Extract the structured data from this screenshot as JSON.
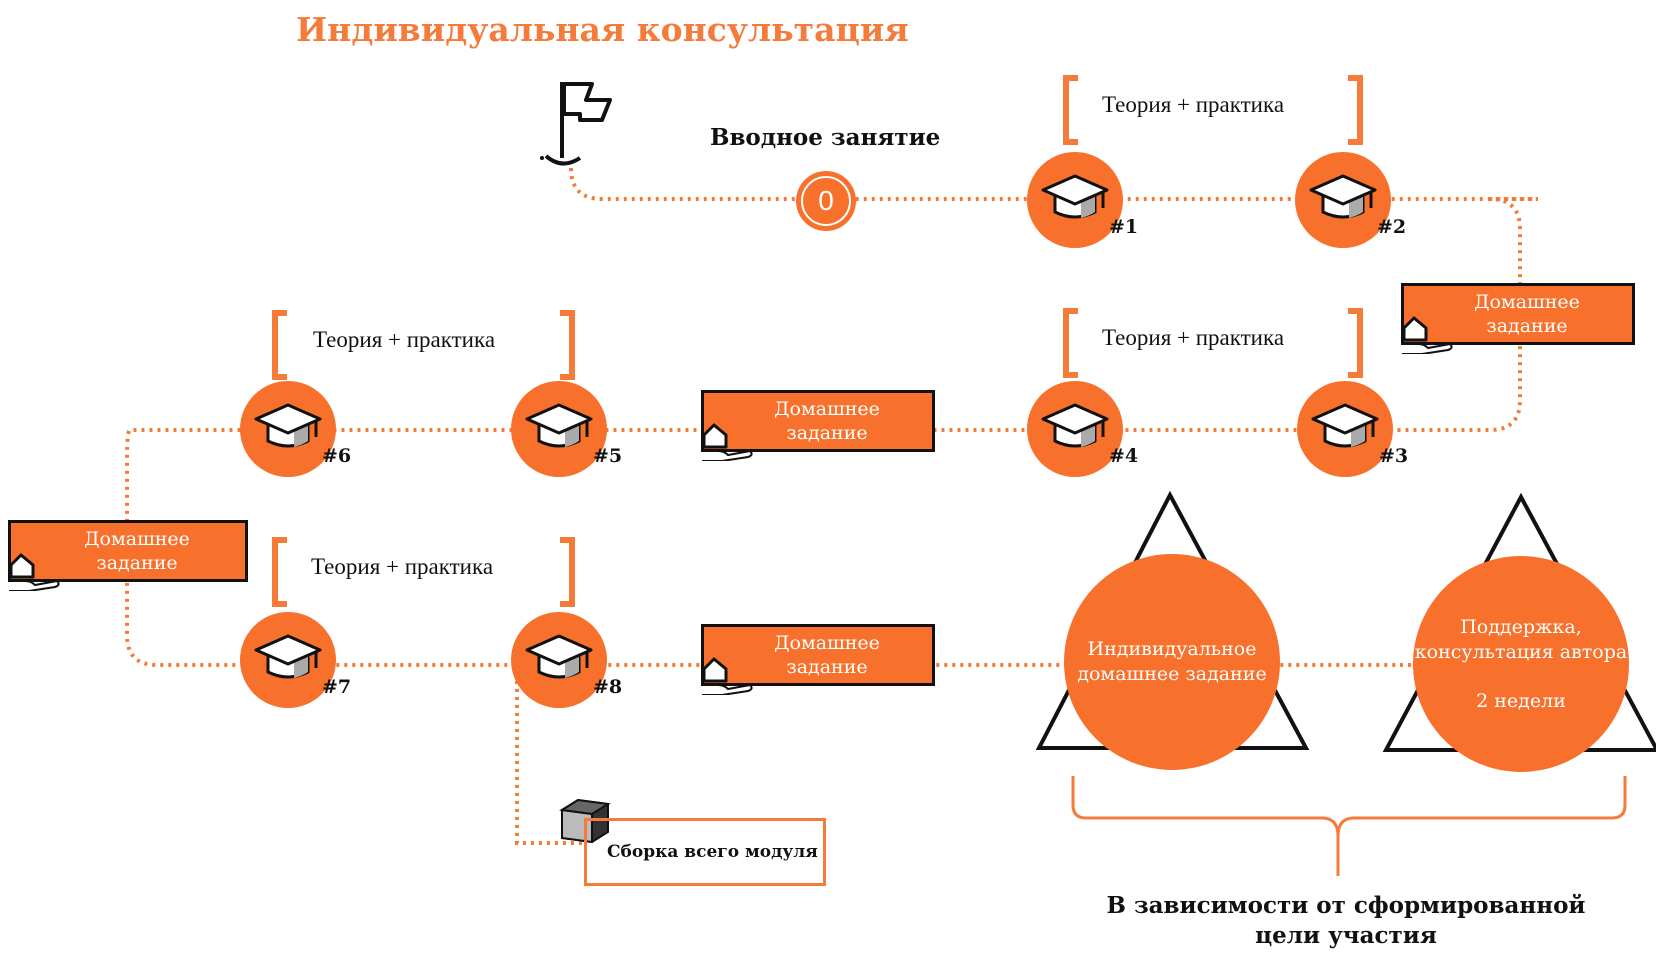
{
  "title": "Индивидуальная консультация",
  "intro": {
    "label": "Вводное занятие",
    "number": "0"
  },
  "bracket_label": "Теория + практика",
  "lessons": [
    "#1",
    "#2",
    "#3",
    "#4",
    "#5",
    "#6",
    "#7",
    "#8"
  ],
  "homework": {
    "line1": "Домашнее",
    "line2": "задание"
  },
  "individual_hw": {
    "line1": "Индивидуальное",
    "line2": "домашнее задание"
  },
  "support": {
    "line1": "Поддержка,",
    "line2": "консультация автора",
    "duration": "2 недели"
  },
  "assembly_label": "Сборка всего модуля",
  "bottom_note": {
    "line1": "В зависимости от сформированной",
    "line2": "цели участия"
  },
  "colors": {
    "accent": "#f7712c",
    "accent_text": "#f47b3a",
    "outline": "#111111"
  },
  "icons": [
    "flag-icon",
    "graduation-cap-icon",
    "house-in-hand-icon",
    "box-icon"
  ]
}
